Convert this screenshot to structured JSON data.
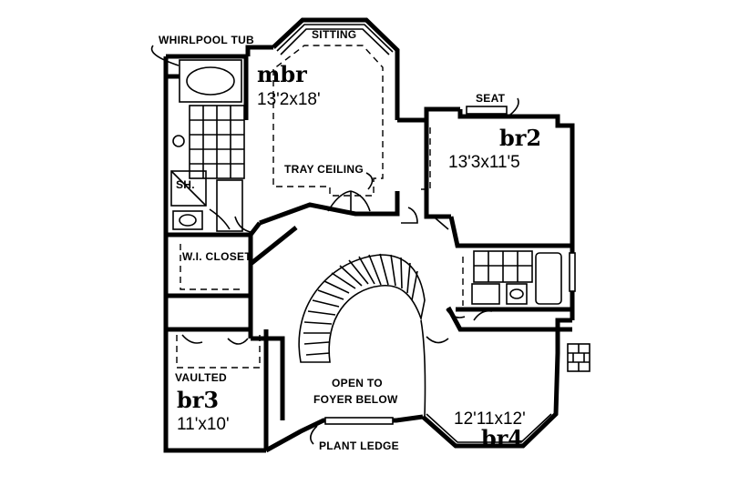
{
  "plan": {
    "labels": {
      "whirlpool": "WHIRLPOOL TUB",
      "sitting": "SITTING",
      "seat": "SEAT",
      "tray": "TRAY CEILING",
      "shower": "SH.",
      "closet": "W.I. CLOSET",
      "vaulted": "VAULTED",
      "open1": "OPEN TO",
      "open2": "FOYER BELOW",
      "plant": "PLANT LEDGE"
    },
    "rooms": {
      "mbr": {
        "name": "mbr",
        "dim": "13'2x18'"
      },
      "br2": {
        "name": "br2",
        "dim": "13'3x11'5"
      },
      "br3": {
        "name": "br3",
        "dim": "11'x10'"
      },
      "br4": {
        "name": "br4",
        "dim": "12'11x12'"
      }
    }
  }
}
